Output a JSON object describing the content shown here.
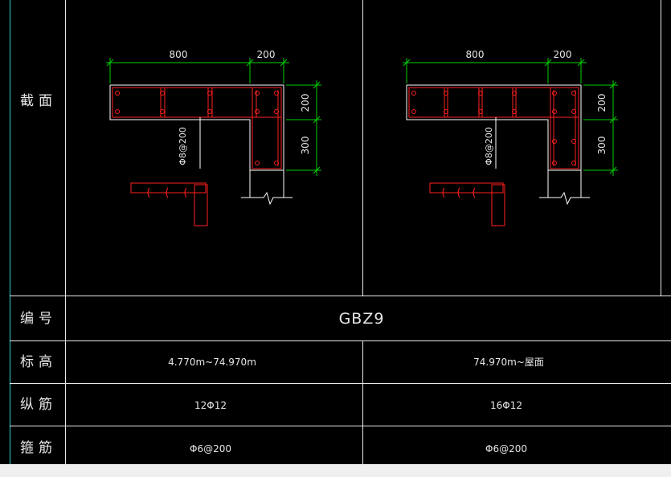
{
  "colors": {
    "background": "#000000",
    "grid": "#e8e8e8",
    "dimension": "#00d000",
    "rebar": "#ff2020",
    "outline": "#ffffff",
    "text": "#e6e6e6",
    "left_border": "#2ad0d0"
  },
  "row_labels": {
    "section": "截面",
    "id": "编号",
    "elevation": "标高",
    "longitudinal": "纵筋",
    "stirrup": "箍筋"
  },
  "left_section": {
    "dim_top_1": "800",
    "dim_top_2": "200",
    "dim_right_1": "200",
    "dim_right_2": "300",
    "stirrup_note": "Φ8@200",
    "elevation": "4.770m~74.970m",
    "longitudinal": "12Φ12",
    "stirrup": "Φ6@200"
  },
  "right_section": {
    "dim_top_1": "800",
    "dim_top_2": "200",
    "dim_right_1": "200",
    "dim_right_2": "300",
    "stirrup_note": "Φ8@200",
    "elevation": "74.970m~屋面",
    "longitudinal": "16Φ12",
    "stirrup": "Φ6@200"
  },
  "component_id": "GBZ9"
}
